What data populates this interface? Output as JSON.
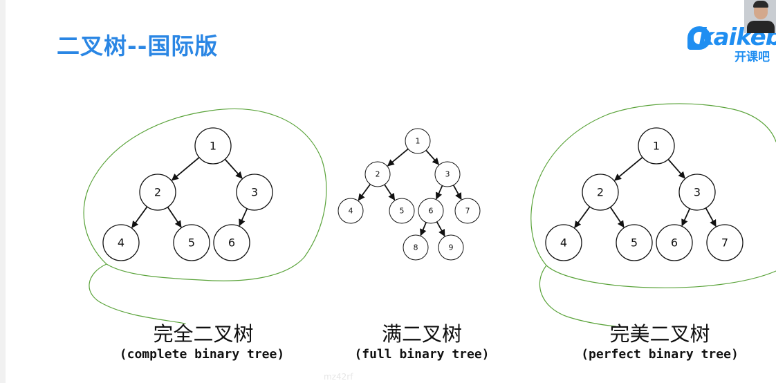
{
  "slide": {
    "title": "二叉树--国际版",
    "watermark": "mz42rf"
  },
  "logo": {
    "text": "kaikeba",
    "subtext": "开课吧",
    "color": "#1f8ef1"
  },
  "colors": {
    "title": "#2a86e4",
    "annotation_circle": "#5aa33a",
    "node_stroke": "#111111"
  },
  "trees": [
    {
      "caption_cn": "完全二叉树",
      "caption_en": "(complete binary tree)",
      "nodes": [
        "1",
        "2",
        "3",
        "4",
        "5",
        "6"
      ]
    },
    {
      "caption_cn": "满二叉树",
      "caption_en": "(full binary tree)",
      "nodes": [
        "1",
        "2",
        "3",
        "4",
        "5",
        "6",
        "7",
        "8",
        "9"
      ]
    },
    {
      "caption_cn": "完美二叉树",
      "caption_en": "(perfect binary tree)",
      "nodes": [
        "1",
        "2",
        "3",
        "4",
        "5",
        "6",
        "7"
      ]
    }
  ]
}
